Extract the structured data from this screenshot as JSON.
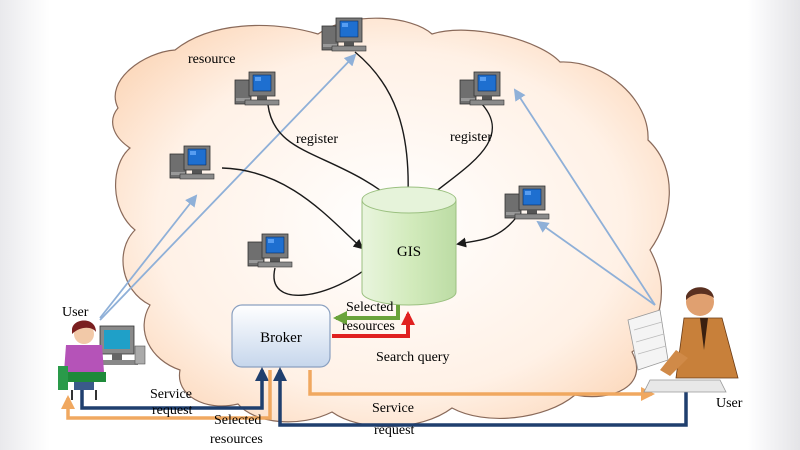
{
  "labels": {
    "resource": "resource",
    "register_left": "register",
    "register_right": "register",
    "gis": "GIS",
    "broker": "Broker",
    "selected_resources_1": "Selected",
    "selected_resources_2": "resources",
    "search_query": "Search query",
    "user_left": "User",
    "user_right": "User",
    "service_request_left_1": "Service",
    "service_request_left_2": "request",
    "service_request_right_1": "Service",
    "service_request_right_2": "request",
    "selected_resources_bottom_1": "Selected",
    "selected_resources_bottom_2": "resources"
  },
  "colors": {
    "cloud_fill": "#fde5d2",
    "cloud_stroke": "#8a6a5a",
    "gis_fill": "#d4ebc2",
    "broker_fill": "#dbe6f4",
    "register_arrow": "#1a1a1a",
    "selected_arrow": "#6aa33a",
    "search_arrow": "#e02020",
    "user_link": "#8fb0d8",
    "service_request": "#1f3f6e",
    "selected_bottom": "#f0a860"
  }
}
